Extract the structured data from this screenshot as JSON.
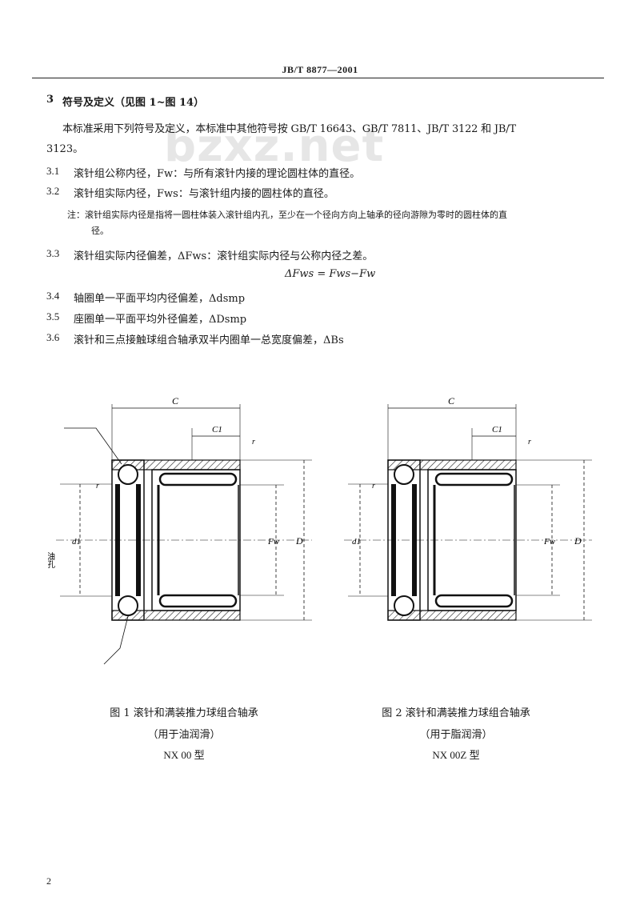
{
  "header": {
    "standard": "JB/T 8877—2001"
  },
  "watermark": "bzxz.net",
  "section3": {
    "number": "3",
    "title": "符号及定义（见图 1~图 14）",
    "intro_line1": "本标准采用下列符号及定义，本标准中其他符号按 GB/T 16643、GB/T 7811、JB/T 3122 和 JB/T",
    "intro_line2": "3123。"
  },
  "definitions": [
    {
      "num": "3.1",
      "text": "滚针组公称内径，Fw：与所有滚针内接的理论圆柱体的直径。"
    },
    {
      "num": "3.2",
      "text": "滚针组实际内径，Fws：与滚针组内接的圆柱体的直径。"
    }
  ],
  "note": {
    "line1": "注：滚针组实际内径是指将一圆柱体装入滚针组内孔，至少在一个径向方向上轴承的径向游隙为零时的圆柱体的直",
    "line2": "径。"
  },
  "definitions2": [
    {
      "num": "3.3",
      "text": "滚针组实际内径偏差，ΔFws：滚针组实际内径与公称内径之差。"
    }
  ],
  "formula": "ΔFws = Fws−Fw",
  "definitions3": [
    {
      "num": "3.4",
      "text": "轴圈单一平面平均内径偏差，Δdsmp"
    },
    {
      "num": "3.5",
      "text": "座圈单一平面平均外径偏差，ΔDsmp"
    },
    {
      "num": "3.6",
      "text": "滚针和三点接触球组合轴承双半内圈单一总宽度偏差，ΔBs"
    }
  ],
  "figure1": {
    "labels": {
      "C": "C",
      "C1": "C1",
      "r": "r",
      "d1": "d1",
      "Fw": "Fw",
      "D": "D",
      "hole": "油孔"
    },
    "caption_line1": "图 1   滚针和满装推力球组合轴承",
    "caption_line2": "（用于油润滑）",
    "caption_line3": "NX 00 型"
  },
  "figure2": {
    "labels": {
      "C": "C",
      "C1": "C1",
      "r": "r",
      "d1": "d1",
      "Fw": "Fw",
      "D": "D"
    },
    "caption_line1": "图 2   滚针和满装推力球组合轴承",
    "caption_line2": "（用于脂润滑）",
    "caption_line3": "NX 00Z 型"
  },
  "page_number": "2"
}
